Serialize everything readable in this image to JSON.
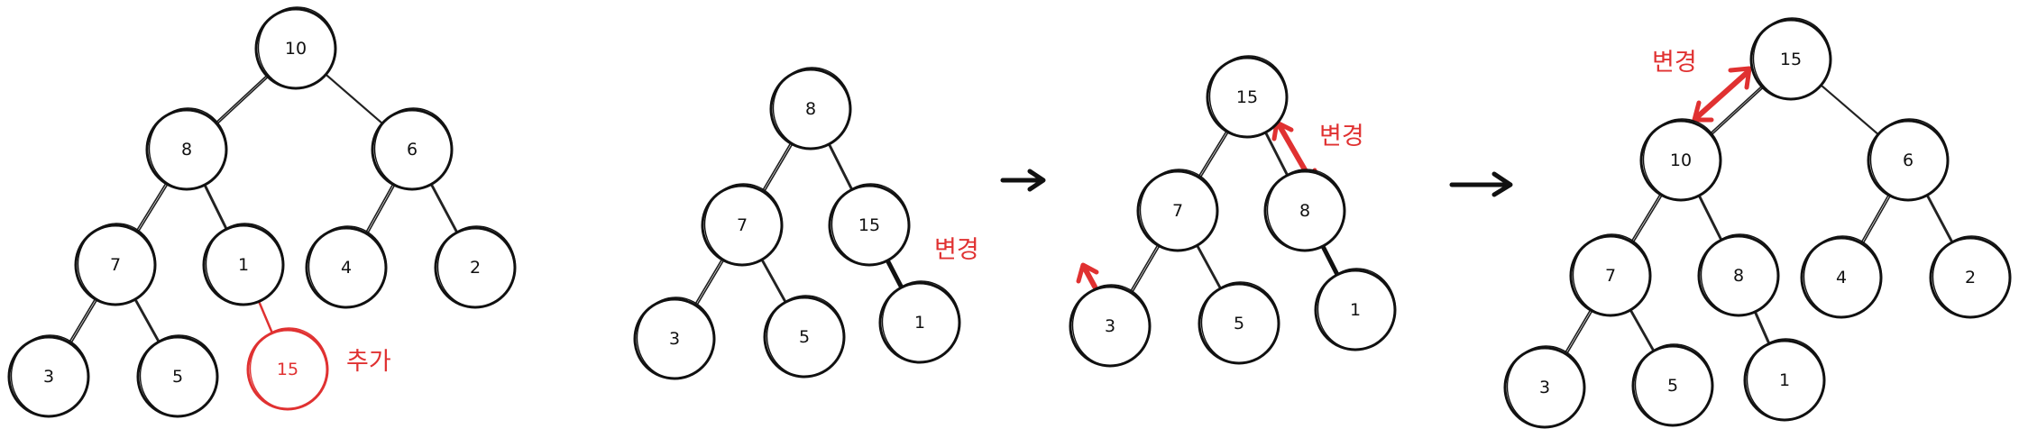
{
  "diagrams": [
    {
      "id": "heap-insert",
      "nodes": [
        {
          "id": "a10",
          "label": "10"
        },
        {
          "id": "a8",
          "label": "8"
        },
        {
          "id": "a6",
          "label": "6"
        },
        {
          "id": "a7",
          "label": "7"
        },
        {
          "id": "a1",
          "label": "1"
        },
        {
          "id": "a4",
          "label": "4"
        },
        {
          "id": "a2",
          "label": "2"
        },
        {
          "id": "a3",
          "label": "3"
        },
        {
          "id": "a5",
          "label": "5"
        },
        {
          "id": "a15",
          "label": "15",
          "highlight": true
        }
      ],
      "edges": [
        [
          "a10",
          "a8"
        ],
        [
          "a10",
          "a6"
        ],
        [
          "a8",
          "a7"
        ],
        [
          "a8",
          "a1"
        ],
        [
          "a6",
          "a4"
        ],
        [
          "a6",
          "a2"
        ],
        [
          "a7",
          "a3"
        ],
        [
          "a7",
          "a5"
        ],
        [
          "a1",
          "a15"
        ]
      ],
      "note": "추가"
    },
    {
      "id": "heap-step1",
      "nodes": [
        {
          "id": "b8",
          "label": "8"
        },
        {
          "id": "b7",
          "label": "7"
        },
        {
          "id": "b15",
          "label": "15"
        },
        {
          "id": "b3",
          "label": "3"
        },
        {
          "id": "b5",
          "label": "5"
        },
        {
          "id": "b1",
          "label": "1"
        }
      ],
      "edges": [
        [
          "b8",
          "b7"
        ],
        [
          "b8",
          "b15"
        ],
        [
          "b7",
          "b3"
        ],
        [
          "b7",
          "b5"
        ],
        [
          "b15",
          "b1"
        ]
      ],
      "note": "변경"
    },
    {
      "id": "heap-step2",
      "nodes": [
        {
          "id": "c15",
          "label": "15"
        },
        {
          "id": "c7",
          "label": "7"
        },
        {
          "id": "c8",
          "label": "8"
        },
        {
          "id": "c3",
          "label": "3"
        },
        {
          "id": "c5",
          "label": "5"
        },
        {
          "id": "c1",
          "label": "1"
        }
      ],
      "edges": [
        [
          "c15",
          "c7"
        ],
        [
          "c15",
          "c8"
        ],
        [
          "c7",
          "c3"
        ],
        [
          "c7",
          "c5"
        ],
        [
          "c8",
          "c1"
        ]
      ],
      "note": "변경"
    },
    {
      "id": "heap-final",
      "nodes": [
        {
          "id": "d15",
          "label": "15"
        },
        {
          "id": "d10",
          "label": "10"
        },
        {
          "id": "d6",
          "label": "6"
        },
        {
          "id": "d7",
          "label": "7"
        },
        {
          "id": "d8",
          "label": "8"
        },
        {
          "id": "d4",
          "label": "4"
        },
        {
          "id": "d2",
          "label": "2"
        },
        {
          "id": "d3",
          "label": "3"
        },
        {
          "id": "d5",
          "label": "5"
        },
        {
          "id": "d1",
          "label": "1"
        }
      ],
      "edges": [
        [
          "d15",
          "d10"
        ],
        [
          "d15",
          "d6"
        ],
        [
          "d10",
          "d7"
        ],
        [
          "d10",
          "d8"
        ],
        [
          "d6",
          "d4"
        ],
        [
          "d6",
          "d2"
        ],
        [
          "d7",
          "d3"
        ],
        [
          "d7",
          "d5"
        ],
        [
          "d8",
          "d1"
        ]
      ],
      "note": "변경"
    }
  ],
  "colors": {
    "ink": "#111111",
    "accent": "#e03131",
    "background": "#ffffff"
  }
}
